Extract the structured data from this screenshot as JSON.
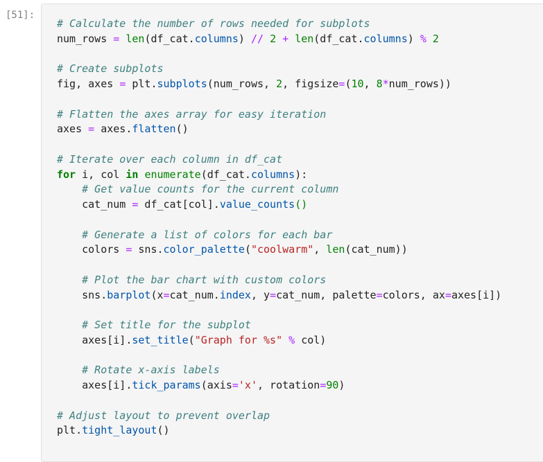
{
  "cell": {
    "prompt": "[51]:",
    "lines": [
      [
        [
          "c",
          "# Calculate the number of rows needed for subplots"
        ]
      ],
      [
        [
          "t",
          "num_rows "
        ],
        [
          "o",
          "="
        ],
        [
          "t",
          " "
        ],
        [
          "b",
          "len"
        ],
        [
          "t",
          "(df_cat."
        ],
        [
          "a",
          "columns"
        ],
        [
          "t",
          ") "
        ],
        [
          "o",
          "//"
        ],
        [
          "t",
          " "
        ],
        [
          "n",
          "2"
        ],
        [
          "t",
          " "
        ],
        [
          "o",
          "+"
        ],
        [
          "t",
          " "
        ],
        [
          "b",
          "len"
        ],
        [
          "t",
          "(df_cat."
        ],
        [
          "a",
          "columns"
        ],
        [
          "t",
          ") "
        ],
        [
          "o",
          "%"
        ],
        [
          "t",
          " "
        ],
        [
          "n",
          "2"
        ]
      ],
      [],
      [
        [
          "c",
          "# Create subplots"
        ]
      ],
      [
        [
          "t",
          "fig, axes "
        ],
        [
          "o",
          "="
        ],
        [
          "t",
          " plt."
        ],
        [
          "a",
          "subplots"
        ],
        [
          "t",
          "(num_rows, "
        ],
        [
          "n",
          "2"
        ],
        [
          "t",
          ", figsize"
        ],
        [
          "o",
          "="
        ],
        [
          "t",
          "("
        ],
        [
          "n",
          "10"
        ],
        [
          "t",
          ", "
        ],
        [
          "n",
          "8"
        ],
        [
          "o",
          "*"
        ],
        [
          "t",
          "num_rows))"
        ]
      ],
      [],
      [
        [
          "c",
          "# Flatten the axes array for easy iteration"
        ]
      ],
      [
        [
          "t",
          "axes "
        ],
        [
          "o",
          "="
        ],
        [
          "t",
          " axes."
        ],
        [
          "a",
          "flatten"
        ],
        [
          "t",
          "()"
        ]
      ],
      [],
      [
        [
          "c",
          "# Iterate over each column in df_cat"
        ]
      ],
      [
        [
          "k",
          "for"
        ],
        [
          "t",
          " i, col "
        ],
        [
          "k",
          "in"
        ],
        [
          "t",
          " "
        ],
        [
          "b",
          "enumerate"
        ],
        [
          "t",
          "(df_cat."
        ],
        [
          "a",
          "columns"
        ],
        [
          "t",
          "):"
        ]
      ],
      [
        [
          "t",
          "    "
        ],
        [
          "c",
          "# Get value counts for the current column"
        ]
      ],
      [
        [
          "t",
          "    cat_num "
        ],
        [
          "o",
          "="
        ],
        [
          "t",
          " df_cat[col]."
        ],
        [
          "a",
          "value_counts"
        ],
        [
          "n",
          "()"
        ]
      ],
      [],
      [
        [
          "t",
          "    "
        ],
        [
          "c",
          "# Generate a list of colors for each bar"
        ]
      ],
      [
        [
          "t",
          "    colors "
        ],
        [
          "o",
          "="
        ],
        [
          "t",
          " sns."
        ],
        [
          "a",
          "color_palette"
        ],
        [
          "t",
          "("
        ],
        [
          "s",
          "\"coolwarm\""
        ],
        [
          "t",
          ", "
        ],
        [
          "b",
          "len"
        ],
        [
          "t",
          "(cat_num))"
        ]
      ],
      [],
      [
        [
          "t",
          "    "
        ],
        [
          "c",
          "# Plot the bar chart with custom colors"
        ]
      ],
      [
        [
          "t",
          "    sns."
        ],
        [
          "a",
          "barplot"
        ],
        [
          "t",
          "(x"
        ],
        [
          "o",
          "="
        ],
        [
          "t",
          "cat_num."
        ],
        [
          "a",
          "index"
        ],
        [
          "t",
          ", y"
        ],
        [
          "o",
          "="
        ],
        [
          "t",
          "cat_num, palette"
        ],
        [
          "o",
          "="
        ],
        [
          "t",
          "colors, ax"
        ],
        [
          "o",
          "="
        ],
        [
          "t",
          "axes[i])"
        ]
      ],
      [],
      [
        [
          "t",
          "    "
        ],
        [
          "c",
          "# Set title for the subplot"
        ]
      ],
      [
        [
          "t",
          "    axes[i]."
        ],
        [
          "a",
          "set_title"
        ],
        [
          "t",
          "("
        ],
        [
          "s",
          "\"Graph for %s\""
        ],
        [
          "t",
          " "
        ],
        [
          "o",
          "%"
        ],
        [
          "t",
          " col)"
        ]
      ],
      [],
      [
        [
          "t",
          "    "
        ],
        [
          "c",
          "# Rotate x-axis labels"
        ]
      ],
      [
        [
          "t",
          "    axes[i]."
        ],
        [
          "a",
          "tick_params"
        ],
        [
          "t",
          "(axis"
        ],
        [
          "o",
          "="
        ],
        [
          "s",
          "'x'"
        ],
        [
          "t",
          ", rotation"
        ],
        [
          "o",
          "="
        ],
        [
          "n",
          "90"
        ],
        [
          "t",
          ")"
        ]
      ],
      [],
      [
        [
          "c",
          "# Adjust layout to prevent overlap"
        ]
      ],
      [
        [
          "t",
          "plt."
        ],
        [
          "a",
          "tight_layout"
        ],
        [
          "t",
          "()"
        ]
      ]
    ]
  }
}
